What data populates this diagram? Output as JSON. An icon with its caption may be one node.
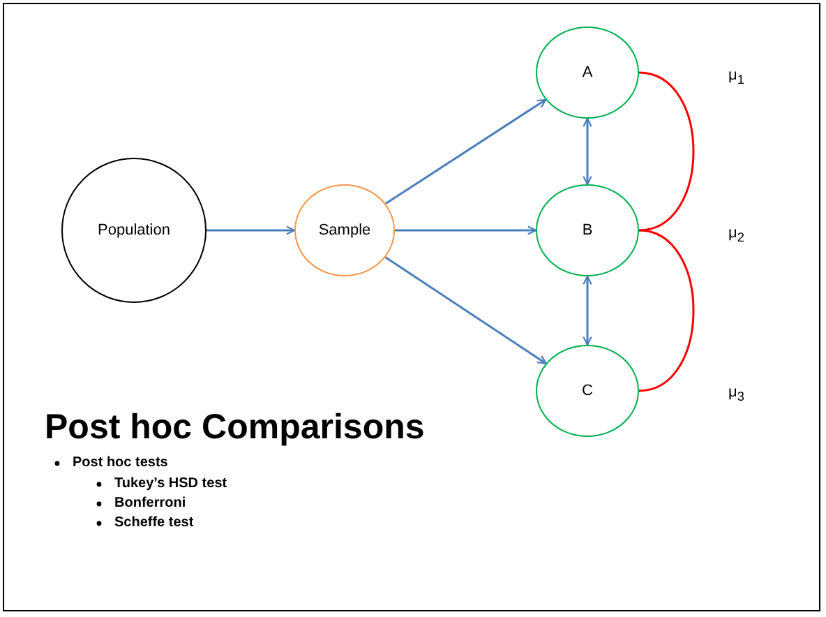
{
  "diagram": {
    "title": "Post hoc Comparisons",
    "nodes": [
      {
        "text": [
          "Population"
        ]
      },
      {
        "text": [
          "Sample"
        ]
      },
      {
        "text": [
          "A"
        ]
      },
      {
        "text": [
          "B"
        ]
      },
      {
        "text": [
          "C"
        ]
      }
    ],
    "edges": [
      {
        "from": 0,
        "to": 1,
        "arrow": "to"
      },
      {
        "from": 1,
        "to": 2,
        "arrow": "to"
      },
      {
        "from": 1,
        "to": 3,
        "arrow": "to"
      },
      {
        "from": 1,
        "to": 4,
        "arrow": "to"
      },
      {
        "from": 2,
        "to": 3,
        "arrow": "both"
      },
      {
        "from": 3,
        "to": 4,
        "arrow": "both"
      },
      {
        "from": 2,
        "to": 3,
        "arrow": "none",
        "color": "#ff0000"
      },
      {
        "from": 3,
        "to": 4,
        "arrow": "none",
        "color": "#ff0000"
      }
    ],
    "labels": [
      "μ$_{1}$",
      "μ$_{2}$",
      "μ$_{3}$",
      "Post hoc tests",
      "Tukey’s HSD test",
      "Bonferroni",
      "Scheffe test"
    ]
  }
}
